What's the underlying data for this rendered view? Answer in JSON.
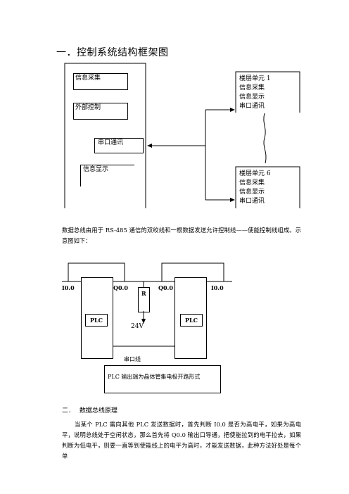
{
  "section1": {
    "title": "一．控制系统结构框架图"
  },
  "figure1": {
    "controller_blocks": [
      "信息采集",
      "外部控制",
      "串口通讯",
      "信息显示"
    ],
    "floor1": {
      "title": "楼层单元 1",
      "lines": [
        "信息采集",
        "信息显示",
        "串口通讯"
      ]
    },
    "floor6": {
      "title": "楼层单元 6",
      "lines": [
        "信息采集",
        "信息显示",
        "串口通讯"
      ]
    }
  },
  "paragraph1": "数据总线由用于 RS-485 通信的双绞线和一根数据发送允许控制线——使能控制线组成。示意图如下：",
  "figure2": {
    "left_i": "I0.0",
    "left_q": "Q0.0",
    "resistor": "R",
    "right_q": "Q0.0",
    "right_i": "I0.0",
    "plc_left": "PLC",
    "plc_right": "PLC",
    "voltage": "24V",
    "serial_line": "串口线",
    "caption": "PLC 输出端为晶体管集电极开路形式"
  },
  "section2": {
    "number": "二．",
    "title": "数据总线原理"
  },
  "paragraph2": "当某个 PLC 需向其他 PLC 发送数据时，首先判断 I0.0 是否为高电平，如果为高电平，说明总线处于空闲状态，那么首先将 Q0.0 输出口导通，把使能拉到的电平拉去，如果判断为低电平，则要一直等到使能线上的电平为高时，才能发送数据，此种方法好处是每个单"
}
